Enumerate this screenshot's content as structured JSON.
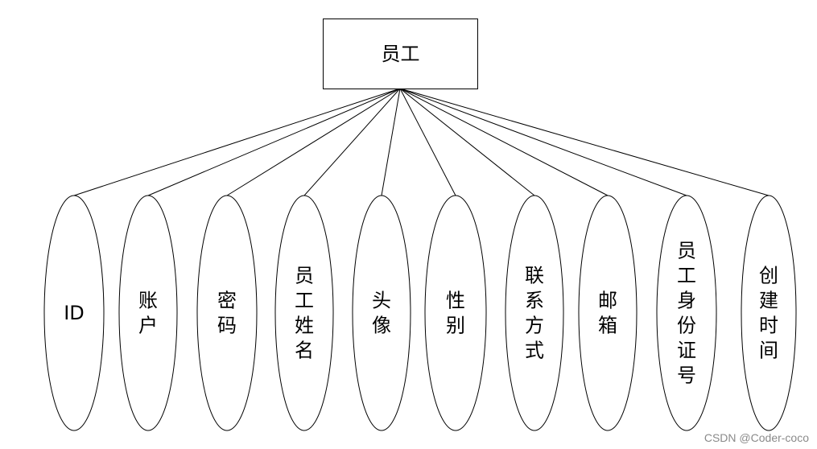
{
  "entity": {
    "label": "员工"
  },
  "attributes": [
    {
      "label": "ID"
    },
    {
      "label": "账户"
    },
    {
      "label": "密码"
    },
    {
      "label": "员工姓名"
    },
    {
      "label": "头像"
    },
    {
      "label": "性别"
    },
    {
      "label": "联系方式"
    },
    {
      "label": "邮箱"
    },
    {
      "label": "员工身份证号"
    },
    {
      "label": "创建时间"
    }
  ],
  "watermark": {
    "text": "CSDN @Coder-coco"
  }
}
